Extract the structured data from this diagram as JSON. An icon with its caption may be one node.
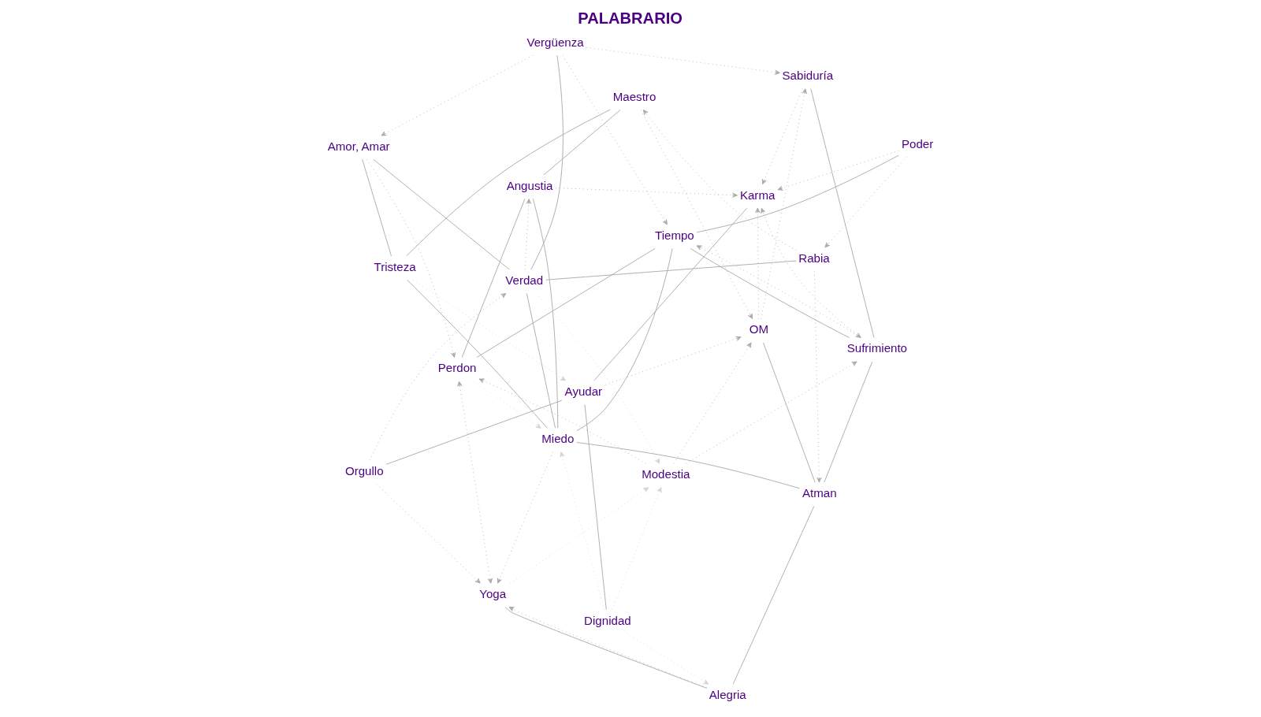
{
  "diagram": {
    "title": "PALABRARIO",
    "nodes": [
      {
        "text": [
          "Vergüenza"
        ]
      },
      {
        "text": [
          "Poder"
        ]
      },
      {
        "text": [
          "Sabiduría"
        ]
      },
      {
        "text": [
          "Karma"
        ]
      },
      {
        "text": [
          "Sufrimiento"
        ]
      },
      {
        "text": [
          "Tiempo"
        ]
      },
      {
        "text": [
          "OM"
        ]
      },
      {
        "text": [
          "Rabia"
        ]
      },
      {
        "text": [
          "Verdad"
        ]
      },
      {
        "text": [
          "Ayudar"
        ]
      },
      {
        "text": [
          "Orgullo"
        ]
      },
      {
        "text": [
          "Dignidad"
        ]
      },
      {
        "text": [
          "Maestro"
        ]
      },
      {
        "text": [
          "Atman"
        ]
      },
      {
        "text": [
          "Tristeza"
        ]
      },
      {
        "text": [
          "Alegria"
        ]
      },
      {
        "text": [
          "Modestia"
        ]
      },
      {
        "text": [
          "Amor, Amar"
        ]
      },
      {
        "text": [
          "Angustia"
        ]
      },
      {
        "text": [
          "Miedo"
        ]
      },
      {
        "text": [
          "Perdon"
        ]
      },
      {
        "text": [
          "Yoga"
        ]
      }
    ],
    "edges": [
      {
        "from": 0,
        "to": 8,
        "arrow": "none"
      },
      {
        "from": 1,
        "to": 5,
        "arrow": "none"
      },
      {
        "from": 2,
        "to": 4,
        "arrow": "none"
      },
      {
        "from": 4,
        "to": 5,
        "arrow": "none"
      },
      {
        "from": 3,
        "to": 9,
        "arrow": "none"
      },
      {
        "from": 9,
        "to": 11,
        "arrow": "none"
      },
      {
        "from": 4,
        "to": 13,
        "arrow": "none"
      },
      {
        "from": 6,
        "to": 13,
        "arrow": "none"
      },
      {
        "from": 7,
        "to": 8,
        "arrow": "none"
      },
      {
        "from": 10,
        "to": 9,
        "arrow": "none"
      },
      {
        "from": 8,
        "to": 19,
        "arrow": "none"
      },
      {
        "from": 8,
        "to": 17,
        "arrow": "none"
      },
      {
        "from": 5,
        "to": 20,
        "arrow": "none"
      },
      {
        "from": 5,
        "to": 19,
        "arrow": "none"
      },
      {
        "from": 12,
        "to": 14,
        "arrow": "none"
      },
      {
        "from": 12,
        "to": 18,
        "arrow": "none"
      },
      {
        "from": 13,
        "to": 19,
        "arrow": "none"
      },
      {
        "from": 13,
        "to": 15,
        "arrow": "none"
      },
      {
        "from": 14,
        "to": 17,
        "arrow": "none"
      },
      {
        "from": 14,
        "to": 19,
        "arrow": "none"
      },
      {
        "from": 15,
        "to": 21,
        "arrow": "none"
      },
      {
        "from": 18,
        "to": 19,
        "arrow": "none"
      },
      {
        "from": 18,
        "to": 20,
        "arrow": "none"
      },
      {
        "from": 0,
        "to": 2,
        "arrow": "to",
        "style": "dashed"
      },
      {
        "from": 0,
        "to": 5,
        "arrow": "to",
        "style": "dashed"
      },
      {
        "from": 0,
        "to": 17,
        "arrow": "to",
        "style": "dashed"
      },
      {
        "from": 1,
        "to": 7,
        "arrow": "to",
        "style": "dashed"
      },
      {
        "from": 1,
        "to": 3,
        "arrow": "to",
        "style": "dashed"
      },
      {
        "from": 2,
        "to": 3,
        "arrow": "to",
        "style": "dashed"
      },
      {
        "from": 4,
        "to": 3,
        "arrow": "both",
        "style": "dashed"
      },
      {
        "from": 4,
        "to": 5,
        "arrow": "to",
        "style": "dashed"
      },
      {
        "from": 6,
        "to": 2,
        "arrow": "to",
        "style": "dashed"
      },
      {
        "from": 6,
        "to": 3,
        "arrow": "to",
        "style": "dashed"
      },
      {
        "from": 7,
        "to": 12,
        "arrow": "to",
        "style": "dashed"
      },
      {
        "from": 7,
        "to": 13,
        "arrow": "to",
        "style": "dashed"
      },
      {
        "from": 8,
        "to": 18,
        "arrow": "to",
        "style": "dashed"
      },
      {
        "from": 8,
        "to": 16,
        "arrow": "to",
        "style": "dashed",
        "color": "#d3d3d3"
      },
      {
        "from": 9,
        "to": 6,
        "arrow": "to",
        "style": "dashed"
      },
      {
        "from": 10,
        "to": 8,
        "arrow": "to",
        "style": "dashed"
      },
      {
        "from": 10,
        "to": 21,
        "arrow": "to",
        "style": "dashed"
      },
      {
        "from": 11,
        "to": 16,
        "arrow": "to",
        "style": "dashed",
        "color": "#d3d3d3"
      },
      {
        "from": 11,
        "to": 15,
        "arrow": "to",
        "style": "dashed",
        "color": "#d3d3d3"
      },
      {
        "from": 11,
        "to": 19,
        "arrow": "to",
        "style": "dashed",
        "color": "#d3d3d3"
      },
      {
        "from": 12,
        "to": 6,
        "arrow": "to",
        "style": "dashed"
      },
      {
        "from": 14,
        "to": 9,
        "arrow": "to",
        "style": "dashed",
        "color": "#d3d3d3"
      },
      {
        "from": 15,
        "to": 21,
        "arrow": "to",
        "style": "dashed"
      },
      {
        "from": 16,
        "to": 6,
        "arrow": "to",
        "style": "dashed"
      },
      {
        "from": 16,
        "to": 4,
        "arrow": "to",
        "style": "dashed"
      },
      {
        "from": 16,
        "to": 20,
        "arrow": "to",
        "style": "dashed"
      },
      {
        "from": 17,
        "to": 20,
        "arrow": "to",
        "style": "dashed"
      },
      {
        "from": 18,
        "to": 3,
        "arrow": "to",
        "style": "dashed"
      },
      {
        "from": 19,
        "to": 21,
        "arrow": "to",
        "style": "dashed"
      },
      {
        "from": 20,
        "to": 19,
        "arrow": "to",
        "style": "dashed",
        "color": "#d3d3d3"
      },
      {
        "from": 20,
        "to": 21,
        "arrow": "both",
        "style": "dashed"
      },
      {
        "from": 21,
        "to": 16,
        "arrow": "to",
        "style": "dashed",
        "color": "#d3d3d3"
      }
    ]
  }
}
